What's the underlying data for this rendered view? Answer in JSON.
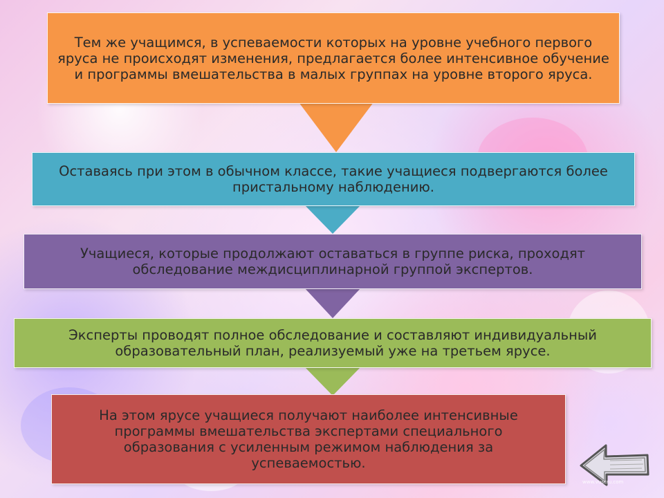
{
  "steps": [
    {
      "text": "Тем же учащимся, в успеваемости которых на уровне учебного первого яруса не происходят изменения, предлагается более интенсивное обучение и программы вмешательства в малых группах на уровне второго яруса.",
      "color": "#f79646"
    },
    {
      "text": "Оставаясь при этом в обычном классе, такие учащиеся подвергаются более пристальному наблюдению.",
      "color": "#4bacc6"
    },
    {
      "text": "Учащиеся, которые продолжают оставаться в группе риска, проходят обследование междисциплинарной группой экспертов.",
      "color": "#8064a2"
    },
    {
      "text": "Эксперты проводят полное обследование и составляют индивидуальный образовательный план, реализуемый уже на третьем ярусе.",
      "color": "#9bbb59"
    },
    {
      "text": "На этом ярусе учащиеся получают наиболее интенсивные программы вмешательства экспертами специального образования с усиленным режимом наблюдения за успеваемостью.",
      "color": "#c0504d"
    }
  ],
  "back_button": {
    "icon": "arrow-left-icon"
  },
  "watermark": "www.vuscru.com"
}
